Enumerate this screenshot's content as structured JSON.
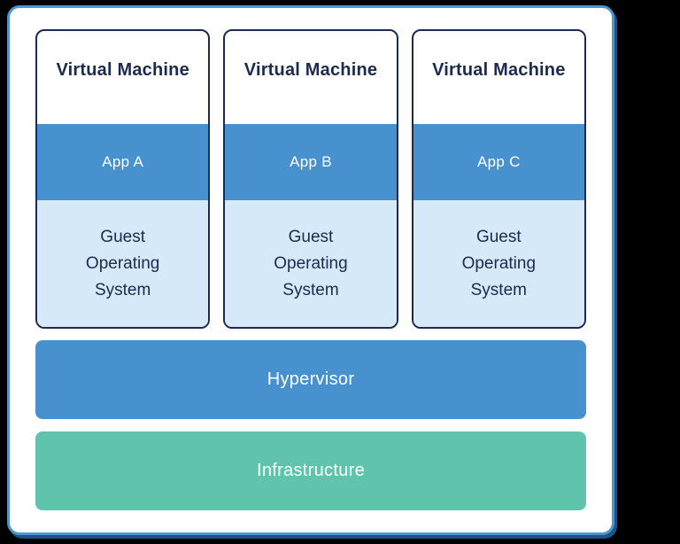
{
  "vms": [
    {
      "title": "Virtual Machine",
      "app": "App A",
      "guest_os": "Guest Operating System"
    },
    {
      "title": "Virtual Machine",
      "app": "App B",
      "guest_os": "Guest Operating System"
    },
    {
      "title": "Virtual Machine",
      "app": "App C",
      "guest_os": "Guest Operating System"
    }
  ],
  "layers": [
    {
      "label": "Hypervisor"
    },
    {
      "label": "Infrastructure"
    }
  ],
  "colors": {
    "app_band_blue": "#4691ce",
    "guest_band_light_blue": "#d5e9f9",
    "hypervisor_blue": "#4691ce",
    "infrastructure_green": "#60c3ac",
    "card_border_blue": "#4a96d2",
    "navy_text": "#1b2a4e",
    "card_background": "#ffffff",
    "page_background": "#000000"
  }
}
